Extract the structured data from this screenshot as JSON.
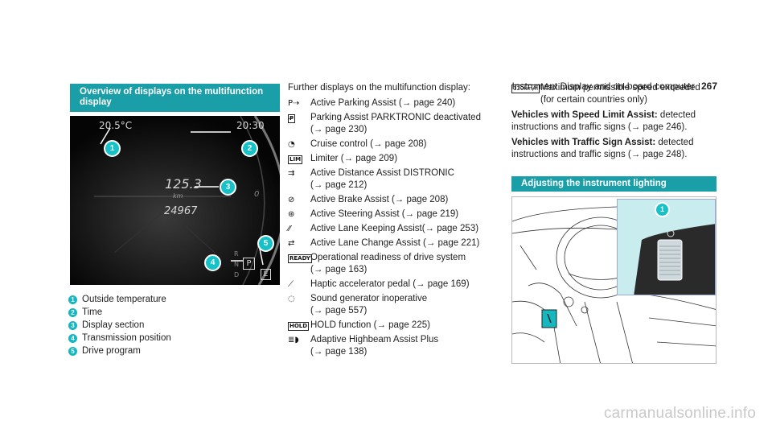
{
  "header": {
    "title": "Instrument Display and on-board computer",
    "page_number": "267"
  },
  "overview": {
    "heading": "Overview of displays on the multifunction display",
    "cluster": {
      "outside_temp": "20.5°C",
      "time": "20:30",
      "value_main": "125.3",
      "unit": "km",
      "odometer": "24967",
      "gear_r": "R",
      "gear_n": "N",
      "gear_d": "D",
      "gear_p": "P",
      "drive_program": "E",
      "speed_tick": "0"
    },
    "callouts": [
      "1",
      "2",
      "3",
      "4",
      "5"
    ],
    "legend": [
      {
        "num": "1",
        "label": "Outside temperature"
      },
      {
        "num": "2",
        "label": "Time"
      },
      {
        "num": "3",
        "label": "Display section"
      },
      {
        "num": "4",
        "label": "Transmission position"
      },
      {
        "num": "5",
        "label": "Drive program"
      }
    ]
  },
  "further": {
    "lead": "Further displays on the multifunction display:",
    "items": [
      {
        "icon": "parking-assist-icon",
        "line1": "Active Parking Assist (→ page 240)",
        "line2": ""
      },
      {
        "icon": "parktronic-off-icon",
        "line1": "Parking Assist PARKTRONIC deactivated",
        "line2": "(→ page 230)"
      },
      {
        "icon": "cruise-control-icon",
        "line1": "Cruise control (→ page 208)",
        "line2": ""
      },
      {
        "icon": "limiter-icon",
        "line1": "Limiter (→ page 209)",
        "line2": "",
        "box": "LIM"
      },
      {
        "icon": "distance-assist-icon",
        "line1": "Active Distance Assist DISTRONIC",
        "line2": "(→ page 212)"
      },
      {
        "icon": "brake-assist-off-icon",
        "line1": "Active Brake Assist (→ page 208)",
        "line2": ""
      },
      {
        "icon": "steering-assist-icon",
        "line1": "Active Steering Assist (→ page 219)",
        "line2": ""
      },
      {
        "icon": "lane-keeping-icon",
        "line1": "Active Lane Keeping Assist(→ page 253)",
        "line2": ""
      },
      {
        "icon": "lane-change-icon",
        "line1": "Active Lane Change Assist (→ page 221)",
        "line2": ""
      },
      {
        "icon": "ready-icon",
        "line1": "Operational readiness of drive system",
        "line2": "(→ page 163)",
        "box": "READY"
      },
      {
        "icon": "haptic-pedal-icon",
        "line1": "Haptic accelerator pedal (→ page 169)",
        "line2": ""
      },
      {
        "icon": "sound-off-icon",
        "line1": "Sound generator inoperative",
        "line2": "(→ page 557)"
      },
      {
        "icon": "hold-icon",
        "line1": "HOLD function (→ page 225)",
        "line2": "",
        "box": "HOLD"
      },
      {
        "icon": "highbeam-icon",
        "line1": "Adaptive Highbeam Assist Plus",
        "line2": "(→ page 138)"
      }
    ]
  },
  "right": {
    "max_speed_icon": "120km/h",
    "max_speed_line1": "Maximum permissible speed exceeded",
    "max_speed_line2": "(for certain countries only)",
    "speed_limit_bold": "Vehicles with Speed Limit Assist:",
    "speed_limit_rest": "detected instructions and traffic signs (→ page 246).",
    "traffic_sign_bold": "Vehicles with Traffic Sign Assist:",
    "traffic_sign_rest": "detected instructions and traffic signs (→ page 248).",
    "lighting_heading": "Adjusting the instrument lighting",
    "lighting_callout": "1"
  },
  "watermark": "carmanualsonline.info",
  "colors": {
    "accent": "#1a9ea8",
    "callout": "#16c1c8"
  }
}
